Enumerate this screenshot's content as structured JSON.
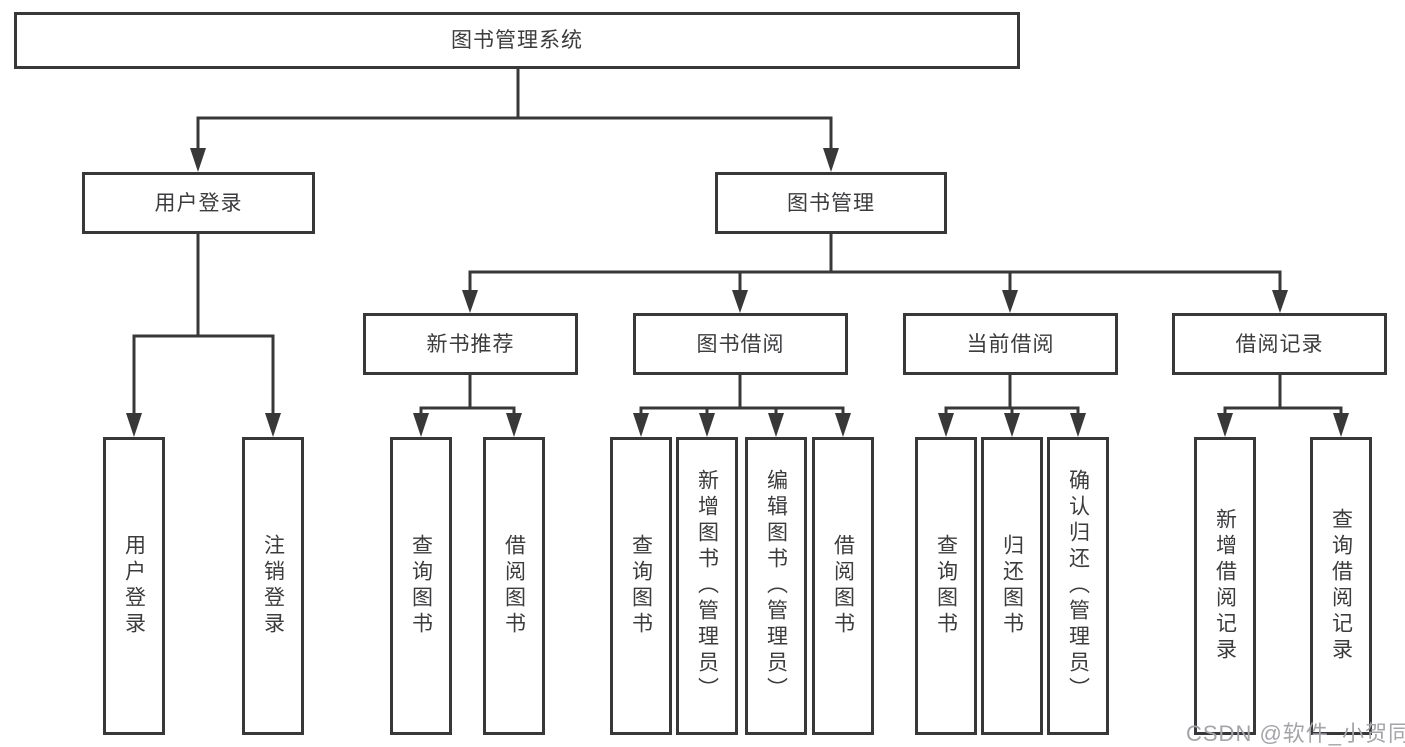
{
  "diagram": {
    "root": {
      "label": "图书管理系统"
    },
    "branches": [
      {
        "label": "用户登录",
        "leaves": [
          "用户登录",
          "注销登录"
        ]
      },
      {
        "label": "图书管理",
        "children": [
          {
            "label": "新书推荐",
            "leaves": [
              "查询图书",
              "借阅图书"
            ]
          },
          {
            "label": "图书借阅",
            "leaves": [
              "查询图书",
              "新增图书（管理员）",
              "编辑图书（管理员）",
              "借阅图书"
            ]
          },
          {
            "label": "当前借阅",
            "leaves": [
              "查询图书",
              "归还图书",
              "确认归还（管理员）"
            ]
          },
          {
            "label": "借阅记录",
            "leaves": [
              "新增借阅记录",
              "查询借阅记录"
            ]
          }
        ]
      }
    ],
    "watermark": "CSDN @软件_小贺同学"
  },
  "colors": {
    "line": "#383838",
    "box_border": "#383838",
    "box_fill": "#ffffff",
    "text": "#3c3c3e",
    "watermark": "#a4a4aa",
    "background": "#ffffff"
  }
}
